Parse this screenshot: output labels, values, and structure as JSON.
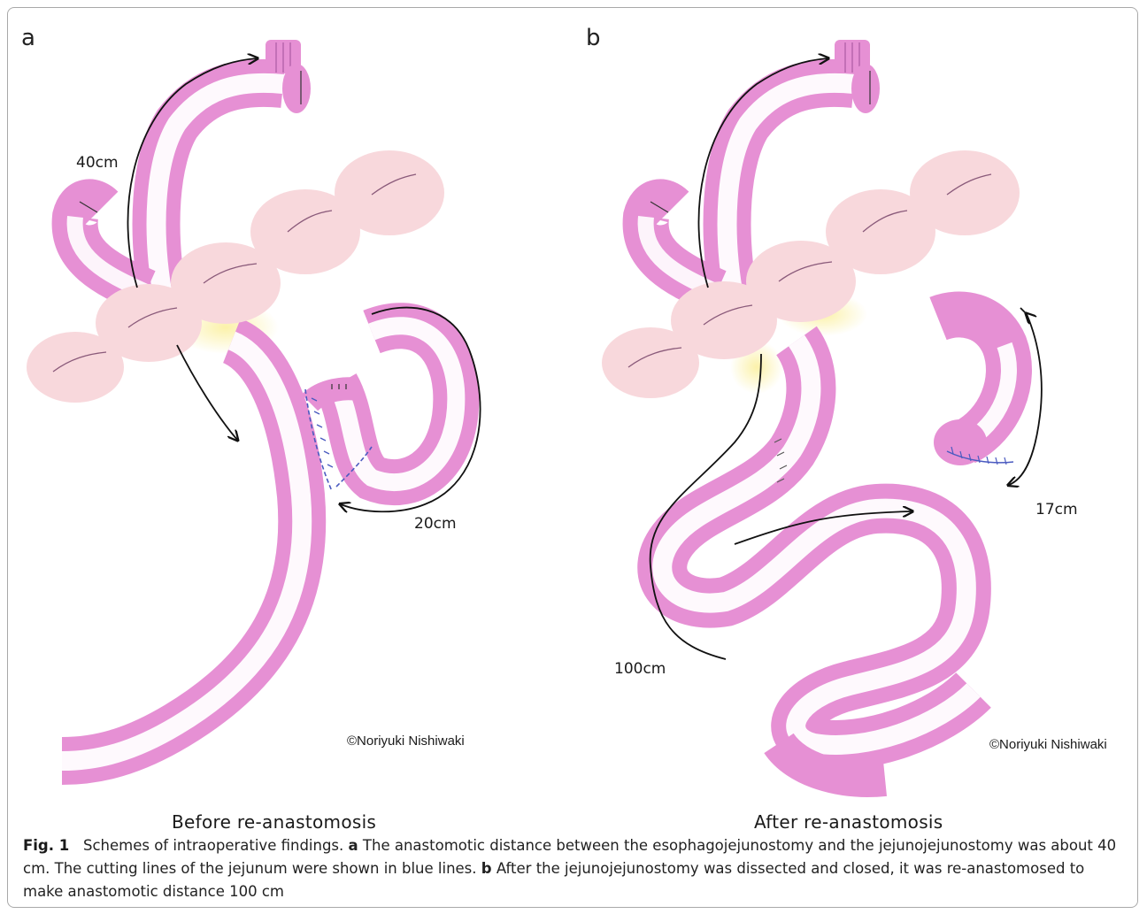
{
  "panels": {
    "a": {
      "letter": "a",
      "label_40": "40cm",
      "label_20": "20cm",
      "copyright": "©Noriyuki Nishiwaki",
      "subtitle": "Before re-anastomosis"
    },
    "b": {
      "letter": "b",
      "label_100": "100cm",
      "label_17": "17cm",
      "copyright": "©Noriyuki Nishiwaki",
      "subtitle": "After re-anastomosis"
    }
  },
  "caption": {
    "fig_label": "Fig. 1",
    "intro": "Schemes of intraoperative findings.",
    "a_key": "a",
    "a_text": "The anastomotic distance between the esophagojejunostomy and the jejunojejunostomy was about 40 cm. The cutting lines of the jejunum were shown in blue lines.",
    "b_key": "b",
    "b_text": "After the jejunojejunostomy was dissected and closed, it was re-anastomosed to make anastomotic distance 100 cm"
  },
  "colors": {
    "bowel_edge": "#e690d4",
    "bowel_center": "#ffffff",
    "colon": "#f8d8dc",
    "suture_blue": "#4a5ac0",
    "mesentery_yellow": "#fbf3a8",
    "frame_border": "#a9a9a9"
  }
}
